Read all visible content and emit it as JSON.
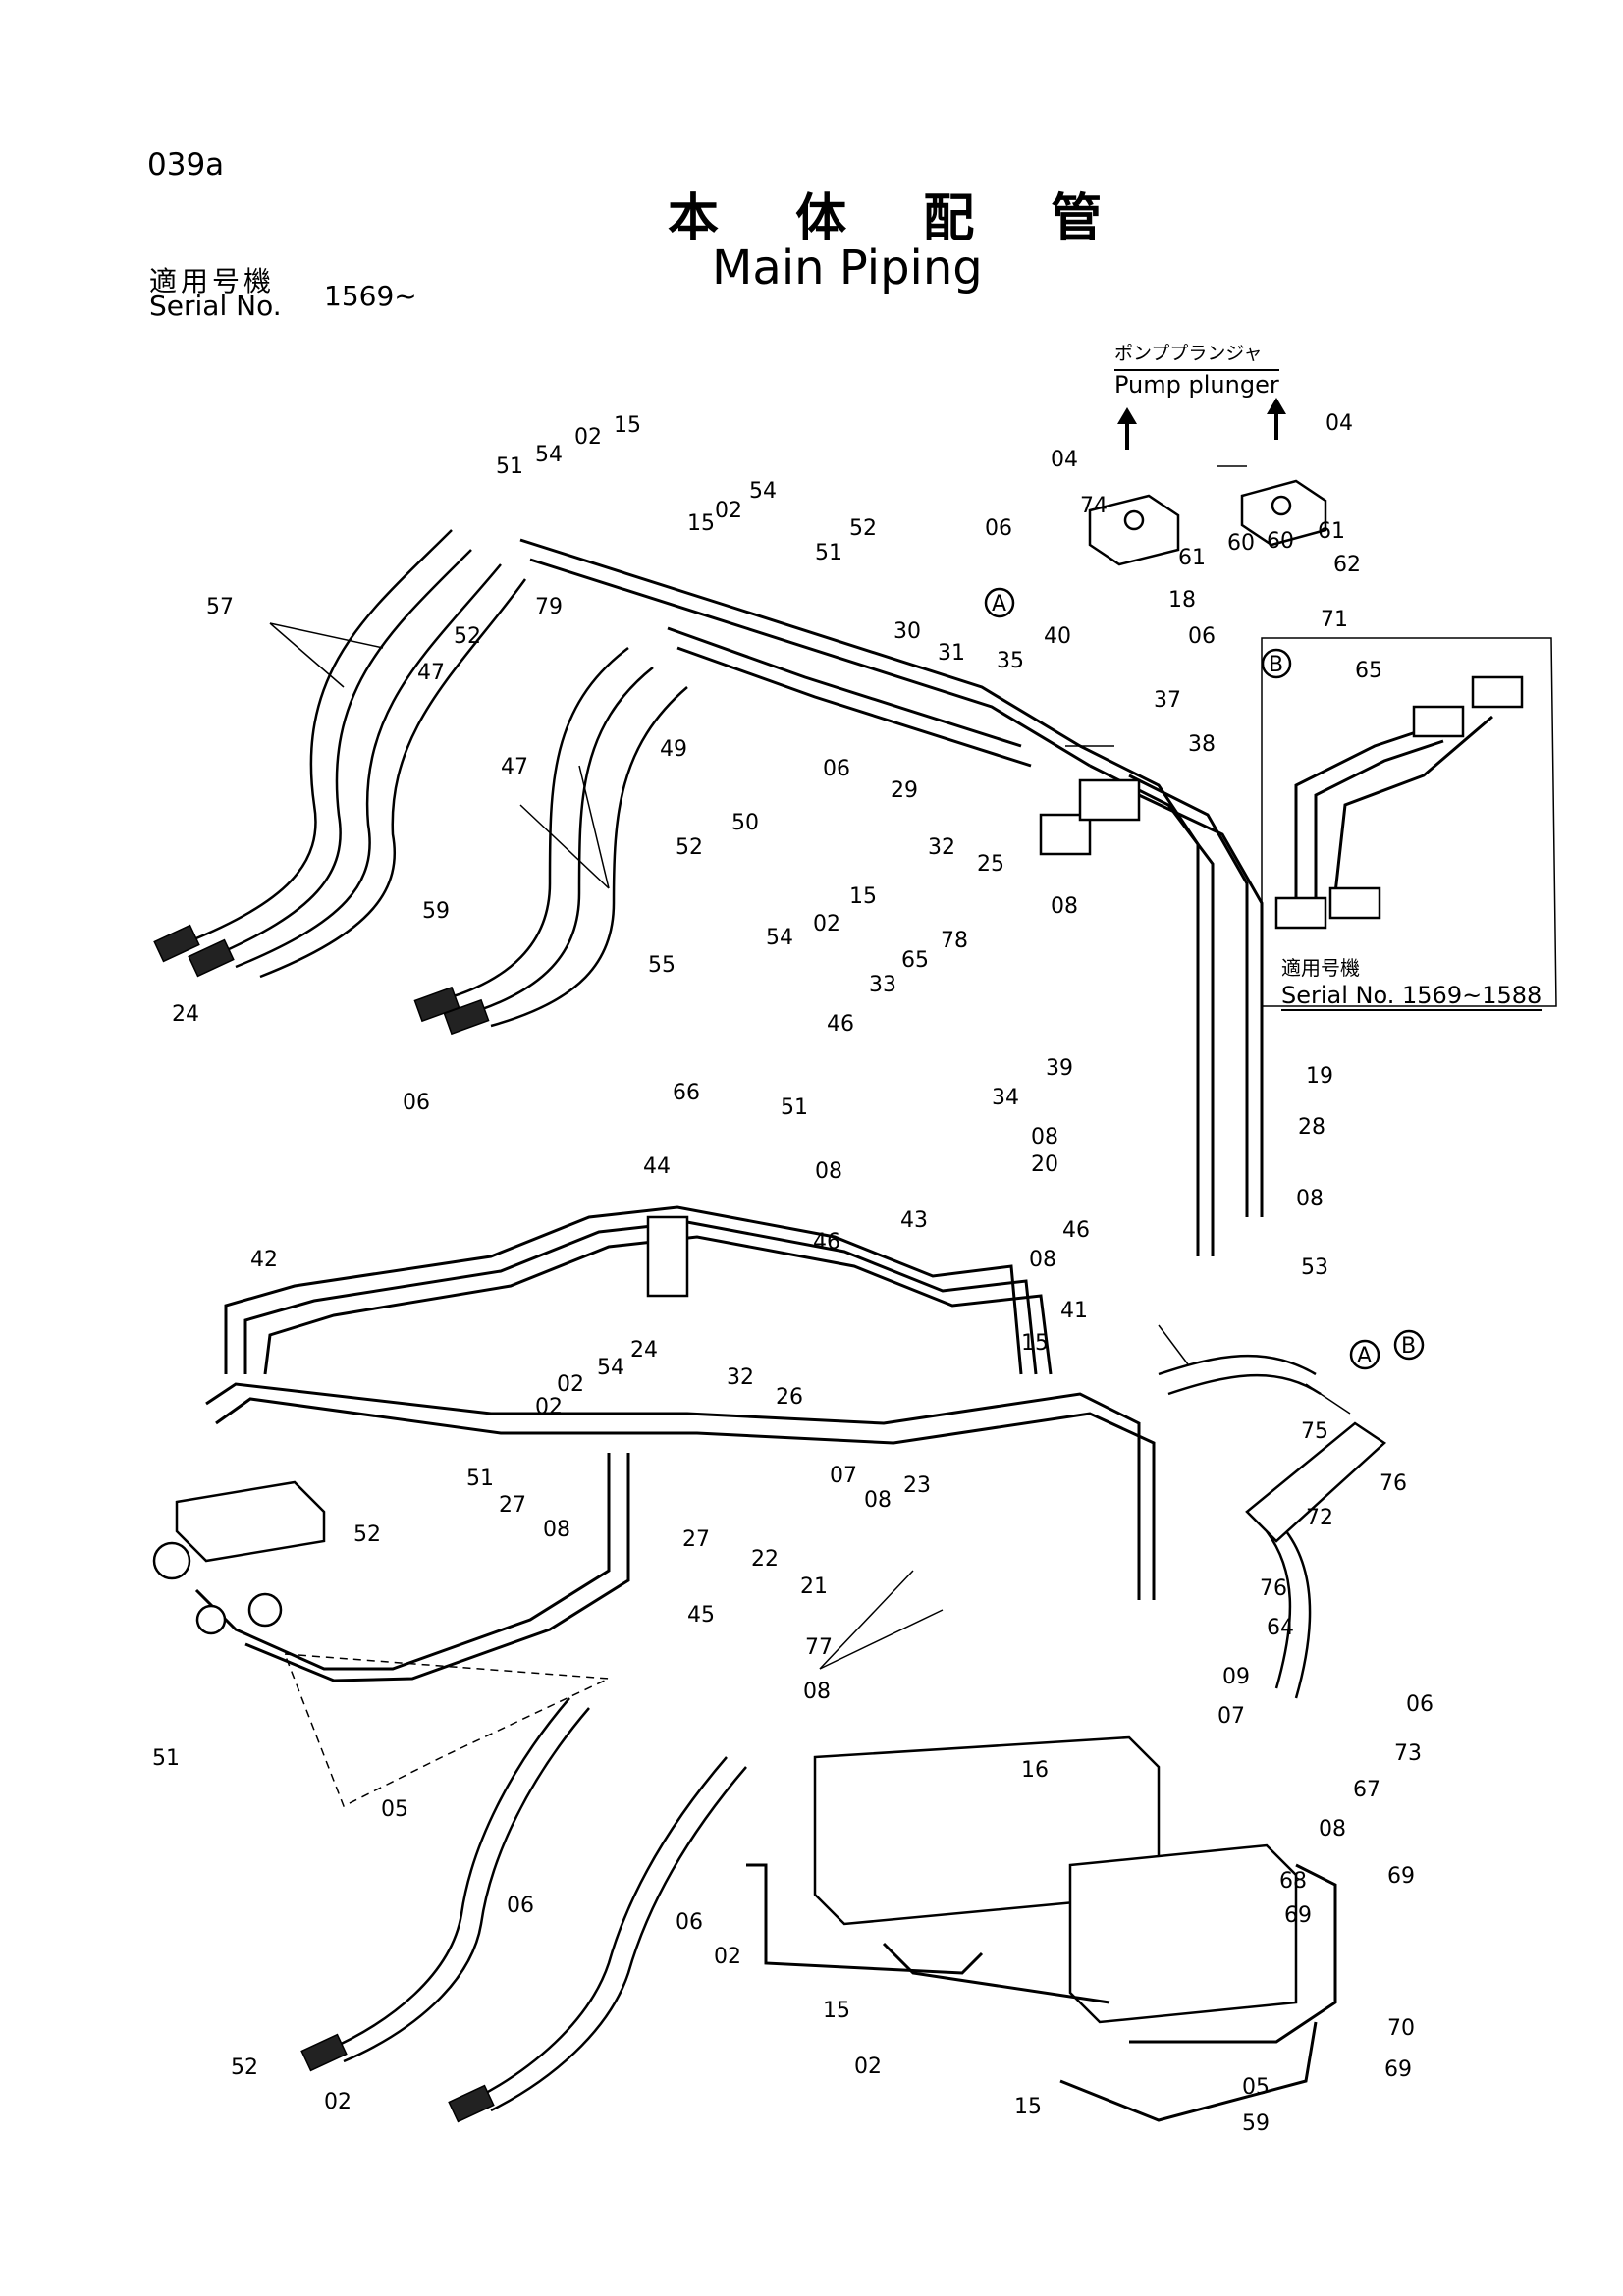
{
  "page": {
    "number": "039a"
  },
  "title": {
    "japanese": "本 体 配 管",
    "english": "Main Piping"
  },
  "serial": {
    "label_jp": "適用号機",
    "label_en": "Serial No.",
    "range": "1569~"
  },
  "pump_note": {
    "japanese": "ポンププランジャ",
    "english": "Pump plunger"
  },
  "inset": {
    "label_jp": "適用号機",
    "label_en": "Serial No. 1569~1588"
  },
  "connectors": [
    "A",
    "B"
  ],
  "callouts": [
    "57",
    "51",
    "54",
    "02",
    "15",
    "15",
    "02",
    "54",
    "52",
    "51",
    "79",
    "52",
    "47",
    "47",
    "49",
    "52",
    "50",
    "30",
    "31",
    "06",
    "29",
    "32",
    "25",
    "54",
    "02",
    "15",
    "59",
    "55",
    "24",
    "06",
    "04",
    "74",
    "06",
    "18",
    "60",
    "61",
    "60",
    "61",
    "62",
    "04",
    "71",
    "06",
    "35",
    "40",
    "37",
    "38",
    "65",
    "08",
    "78",
    "65",
    "33",
    "39",
    "46",
    "34",
    "08",
    "08",
    "20",
    "19",
    "28",
    "46",
    "08",
    "08",
    "53",
    "51",
    "66",
    "44",
    "43",
    "46",
    "42",
    "41",
    "15",
    "02",
    "54",
    "24",
    "32",
    "26",
    "07",
    "08",
    "23",
    "52",
    "02",
    "51",
    "27",
    "08",
    "27",
    "22",
    "21",
    "45",
    "77",
    "75",
    "76",
    "72",
    "76",
    "64",
    "06",
    "73",
    "09",
    "07",
    "67",
    "08",
    "08",
    "16",
    "68",
    "69",
    "69",
    "02",
    "15",
    "70",
    "69",
    "02",
    "15",
    "05",
    "59",
    "05",
    "06",
    "06",
    "52",
    "02",
    "51"
  ]
}
